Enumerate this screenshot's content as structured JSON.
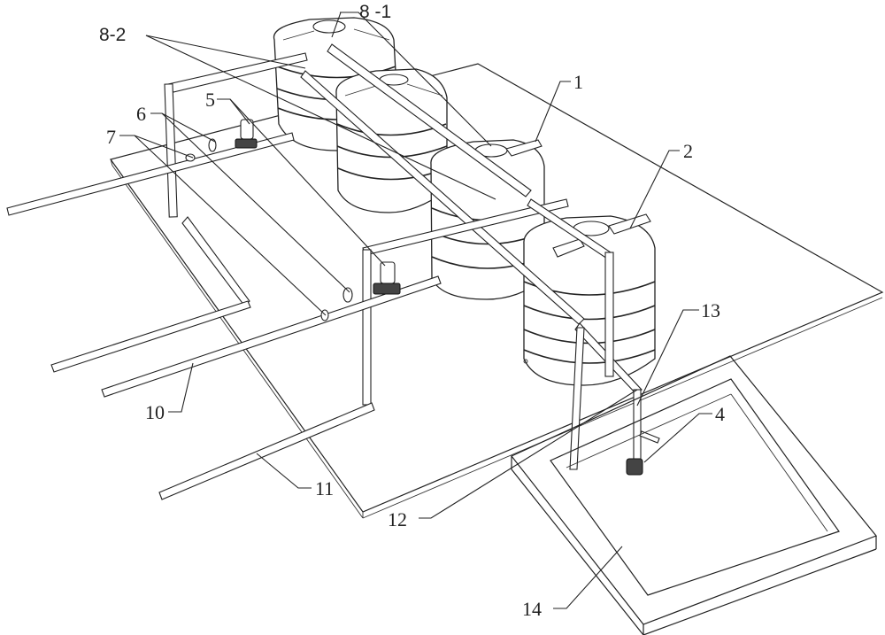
{
  "figure": {
    "description": "Isometric line drawing of a water tank system with four cylindrical tanks on a base plate, connecting pipes, pumps, valves and a collection basin",
    "labels": [
      {
        "id": "1",
        "text": "1"
      },
      {
        "id": "2",
        "text": "2"
      },
      {
        "id": "4",
        "text": "4"
      },
      {
        "id": "5",
        "text": "5"
      },
      {
        "id": "6",
        "text": "6"
      },
      {
        "id": "7",
        "text": "7"
      },
      {
        "id": "8-1",
        "text": "8 -1"
      },
      {
        "id": "8-2",
        "text": "8-2"
      },
      {
        "id": "10",
        "text": "10"
      },
      {
        "id": "11",
        "text": "11"
      },
      {
        "id": "12",
        "text": "12"
      },
      {
        "id": "13",
        "text": "13"
      },
      {
        "id": "14",
        "text": "14"
      }
    ],
    "components": {
      "tanks": 4,
      "pumps": 2,
      "outlet_pipes": 4,
      "basin": 1
    },
    "line_color": "#222222",
    "background": "#ffffff"
  }
}
